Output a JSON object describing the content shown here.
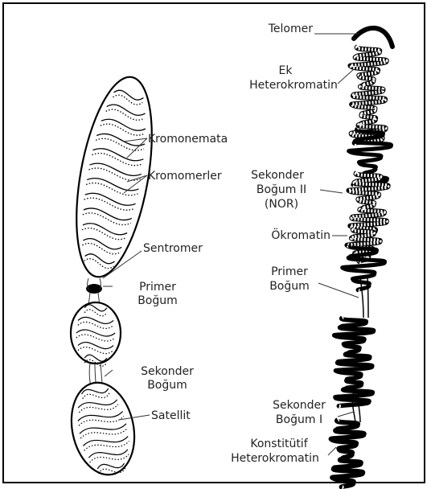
{
  "colors": {
    "ink": "#000000",
    "label": "#222222",
    "background": "#ffffff"
  },
  "left_chromosome": {
    "kromonemata": "Kromonemata",
    "kromomerler": "Kromomerler",
    "sentromer": "Sentromer",
    "primer_bogum": [
      "Primer",
      "Boğum"
    ],
    "sekonder_bogum": [
      "Sekonder",
      "Boğum"
    ],
    "satellit": "Satellit"
  },
  "right_chromosome": {
    "telomer": "Telomer",
    "ek_heterokromatin": [
      "Ek",
      "Heterokromatin"
    ],
    "sekonder_bogum_ii": [
      "Sekonder",
      "Boğum II",
      "(NOR)"
    ],
    "okromatin": "Ökromatin",
    "primer_bogum": [
      "Primer",
      "Boğum"
    ],
    "sekonder_bogum_i": [
      "Sekonder",
      "Boğum I"
    ],
    "konstitutif_heterokromatin": [
      "Konstitütif",
      "Heterokromatin"
    ]
  }
}
